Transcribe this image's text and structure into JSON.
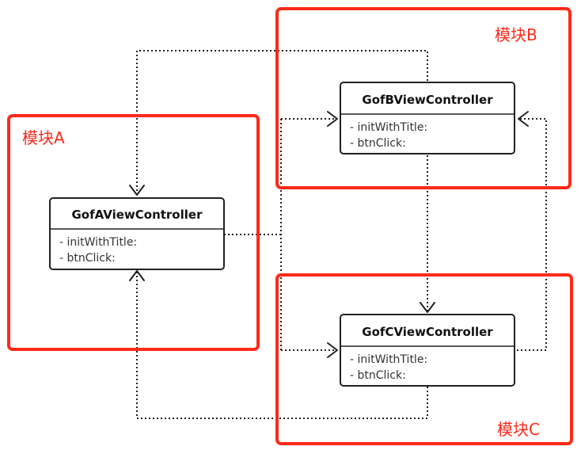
{
  "colors": {
    "module_border": "#ff2a1a",
    "module_label": "#ff2a1a",
    "class_border": "#222222",
    "connector": "#222222"
  },
  "modules": [
    {
      "id": "a",
      "label": "模块A"
    },
    {
      "id": "b",
      "label": "模块B"
    },
    {
      "id": "c",
      "label": "模块C"
    }
  ],
  "classes": [
    {
      "id": "a",
      "name": "GofAViewController",
      "members": [
        "- initWithTitle:",
        "- btnClick:"
      ]
    },
    {
      "id": "b",
      "name": "GofBViewController",
      "members": [
        "- initWithTitle:",
        "- btnClick:"
      ]
    },
    {
      "id": "c",
      "name": "GofCViewController",
      "members": [
        "- initWithTitle:",
        "- btnClick:"
      ]
    }
  ],
  "connections": [
    {
      "from": "GofBViewController",
      "to": "GofAViewController"
    },
    {
      "from": "GofAViewController",
      "to": "GofBViewController"
    },
    {
      "from": "GofAViewController",
      "to": "GofCViewController"
    },
    {
      "from": "GofBViewController",
      "to": "GofCViewController"
    },
    {
      "from": "GofCViewController",
      "to": "GofBViewController"
    },
    {
      "from": "GofCViewController",
      "to": "GofAViewController"
    }
  ]
}
